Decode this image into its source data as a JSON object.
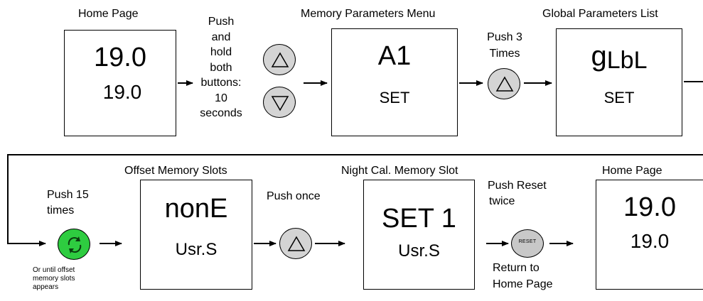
{
  "row1": {
    "home": {
      "title": "Home Page",
      "line1": "19.0",
      "line2": "19.0"
    },
    "hold_text": [
      "Push",
      "and",
      "hold",
      "both",
      "buttons:",
      "10",
      "seconds"
    ],
    "memory": {
      "title": "Memory Parameters Menu",
      "line1": "A1",
      "line2": "SET"
    },
    "push3": [
      "Push 3",
      "Times"
    ],
    "global": {
      "title": "Global Parameters List",
      "line1_g": "g",
      "line1_rest": "LbL",
      "line2": "SET"
    }
  },
  "row2": {
    "push15": [
      "Push 15",
      "times"
    ],
    "push15_note": [
      "Or until offset",
      "memory slots",
      "appears"
    ],
    "offset": {
      "title": "Offset Memory Slots",
      "line1": "nonE",
      "line2": "Usr.S"
    },
    "push_once": "Push once",
    "night": {
      "title": "Night Cal. Memory Slot",
      "line1": "SET 1",
      "line2": "Usr.S"
    },
    "push_reset": [
      "Push Reset",
      "twice"
    ],
    "reset_label": "RESET",
    "return_text": [
      "Return to",
      "Home Page"
    ],
    "home": {
      "title": "Home Page",
      "line1": "19.0",
      "line2": "19.0"
    }
  },
  "colors": {
    "button_gray": "#d4d4d4",
    "cycle_green": "#2ecc40",
    "line": "#000000"
  },
  "icons": [
    "up-triangle-icon",
    "down-triangle-icon",
    "cycle-arrows-icon",
    "reset-button-icon",
    "arrow-right-icon"
  ]
}
